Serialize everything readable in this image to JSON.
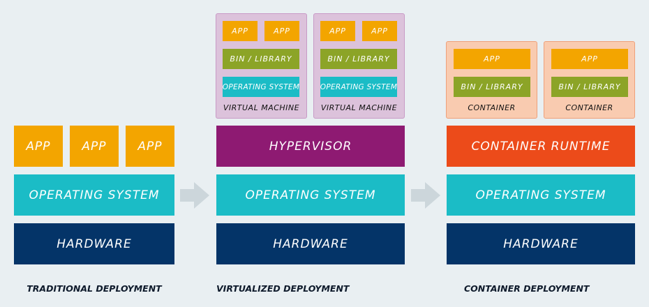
{
  "colors": {
    "app": "#f3a500",
    "os": "#1bbcc6",
    "hardware": "#043468",
    "bin_library": "#8ca427",
    "hypervisor": "#8e1a72",
    "container_runtime": "#ec4b1a",
    "vm_panel": "#dcc2db",
    "container_panel": "#f9cbb0",
    "arrow": "#ccd6db"
  },
  "traditional": {
    "apps": [
      "APP",
      "APP",
      "APP"
    ],
    "os": "OPERATING SYSTEM",
    "hardware": "HARDWARE",
    "caption": "TRADITIONAL DEPLOYMENT"
  },
  "virtualized": {
    "vms": [
      {
        "apps": [
          "APP",
          "APP"
        ],
        "bin": "BIN / LIBRARY",
        "os": "OPERATING SYSTEM",
        "label": "VIRTUAL MACHINE"
      },
      {
        "apps": [
          "APP",
          "APP"
        ],
        "bin": "BIN / LIBRARY",
        "os": "OPERATING SYSTEM",
        "label": "VIRTUAL MACHINE"
      }
    ],
    "hypervisor": "HYPERVISOR",
    "os": "OPERATING SYSTEM",
    "hardware": "HARDWARE",
    "caption": "VIRTUALIZED DEPLOYMENT"
  },
  "container": {
    "containers": [
      {
        "app": "APP",
        "bin": "BIN / LIBRARY",
        "label": "CONTAINER"
      },
      {
        "app": "APP",
        "bin": "BIN / LIBRARY",
        "label": "CONTAINER"
      }
    ],
    "runtime": "CONTAINER RUNTIME",
    "os": "OPERATING SYSTEM",
    "hardware": "HARDWARE",
    "caption": "CONTAINER DEPLOYMENT"
  }
}
